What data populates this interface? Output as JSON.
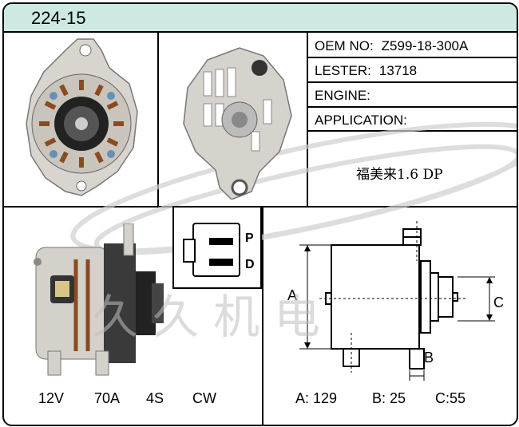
{
  "part_number": "224-15",
  "specs": {
    "oem_label": "OEM NO:",
    "oem_value": "Z599-18-300A",
    "lester_label": "LESTER:",
    "lester_value": "13718",
    "engine_label": "ENGINE:",
    "engine_value": "",
    "application_label": "APPLICATION:",
    "application_value": "",
    "application_note": "福美来1.6 DP"
  },
  "connector": {
    "pin_top": "P",
    "pin_bottom": "D"
  },
  "electrical": {
    "voltage": "12V",
    "amperage": "70A",
    "pulley": "4S",
    "rotation": "CW"
  },
  "dimensions": {
    "a": "A: 129",
    "b": "B: 25",
    "c": "C:55",
    "label_a": "A",
    "label_b": "B",
    "label_c": "C"
  },
  "watermark": "久久机电",
  "colors": {
    "header": "#cde9e2",
    "border": "#000000"
  }
}
